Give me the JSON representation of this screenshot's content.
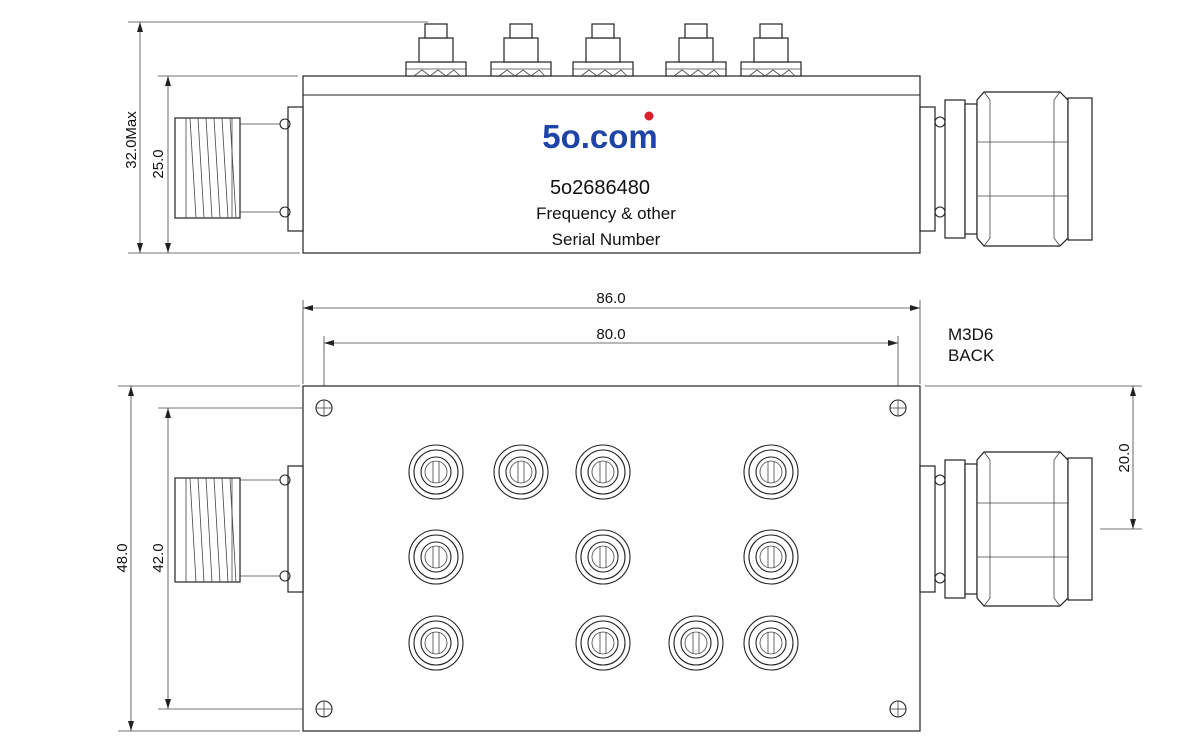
{
  "dimensions": {
    "height_max": "32.0Max",
    "height_body": "25.0",
    "width_overall": "86.0",
    "width_holes": "80.0",
    "depth_overall": "48.0",
    "depth_holes": "42.0",
    "connector_offset": "20.0"
  },
  "label": {
    "logo": "5o.com",
    "part_number": "5o2686480",
    "line_frequency": "Frequency & other",
    "line_serial": "Serial Number"
  },
  "note": {
    "line1": "M3D6",
    "line2": "BACK"
  },
  "colors": {
    "logo_blue": "#1f44a8",
    "logo_dot": "#d8202a"
  }
}
